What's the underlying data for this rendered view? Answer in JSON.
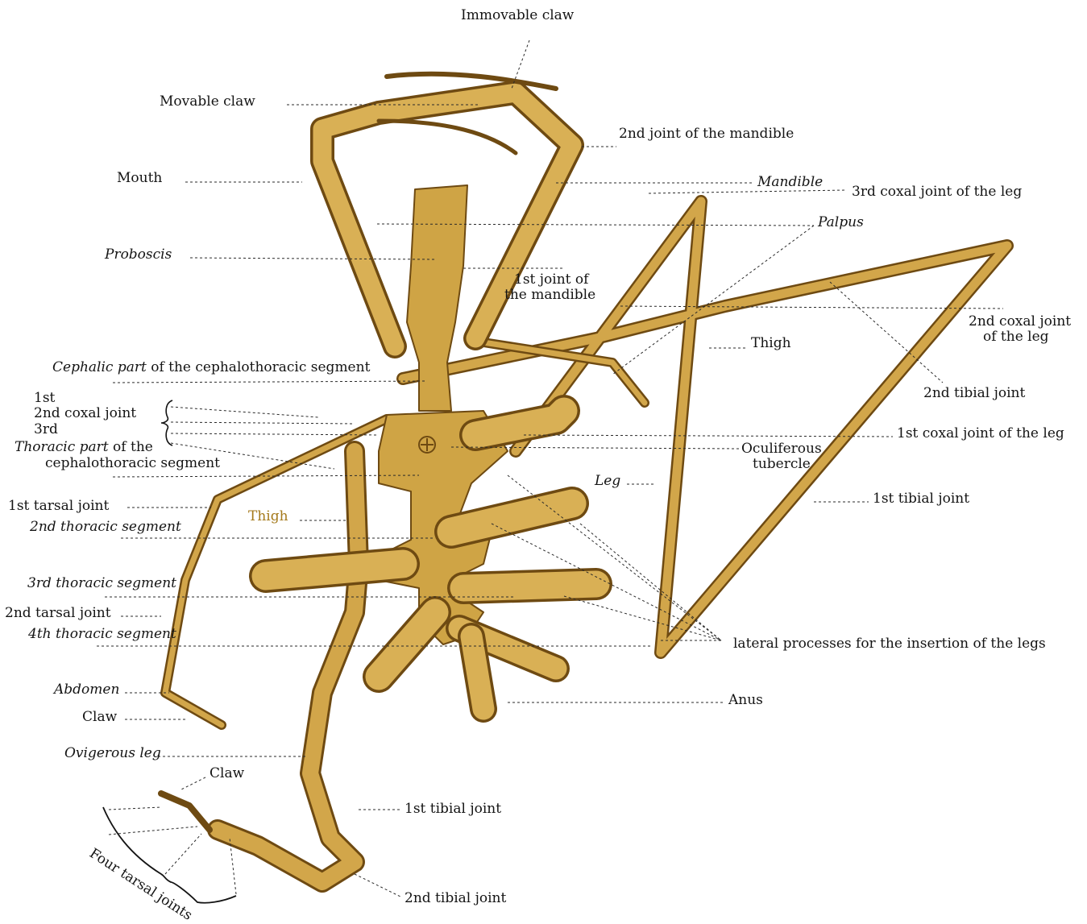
{
  "figure": {
    "colors": {
      "anatomy_fill": "#cfa445",
      "anatomy_outline": "#6e4a12",
      "label_text": "#141414",
      "thigh_label": "#a57a1c"
    }
  },
  "labels": {
    "immovable_claw": "Immovable claw",
    "movable_claw": "Movable claw",
    "second_joint_mandible": "2nd joint of the mandible",
    "mouth": "Mouth",
    "mandible": "Mandible",
    "third_coxal_leg": "3rd coxal joint of the leg",
    "palpus": "Palpus",
    "proboscis": "Proboscis",
    "first_joint_mandible_1": "1st joint of",
    "first_joint_mandible_2": "the mandible",
    "second_coxal_leg_1": "2nd coxal joint",
    "second_coxal_leg_2": "of the leg",
    "thigh_right": "Thigh",
    "cephalic_part_italic": "Cephalic part",
    "cephalic_part_rest": " of the cephalothoracic segment",
    "second_tibial_right": "2nd tibial joint",
    "coxal_1st": "1st",
    "coxal_2nd": "2nd coxal joint",
    "coxal_3rd": "3rd",
    "first_coxal_leg": "1st coxal joint of the leg",
    "thoracic_part_italic": "Thoracic part",
    "thoracic_part_rest": " of the",
    "cephalothoracic_segment": "cephalothoracic segment",
    "oculiferous_1": "Oculiferous",
    "oculiferous_2": "tubercle",
    "leg": "Leg",
    "first_tarsal": "1st tarsal joint",
    "thigh_left": "Thigh",
    "first_tibial_right": "1st tibial joint",
    "second_thoracic": "2nd thoracic segment",
    "third_thoracic": "3rd thoracic segment",
    "second_tarsal": "2nd tarsal joint",
    "fourth_thoracic": "4th thoracic segment",
    "lateral_processes": "lateral processes for the insertion of the legs",
    "abdomen": "Abdomen",
    "anus": "Anus",
    "claw_left": "Claw",
    "ovigerous_leg": "Ovigerous leg",
    "claw_bottom": "Claw",
    "first_tibial_bottom": "1st tibial joint",
    "second_tibial_bottom": "2nd tibial joint",
    "four_tarsal": "Four tarsal joints"
  }
}
